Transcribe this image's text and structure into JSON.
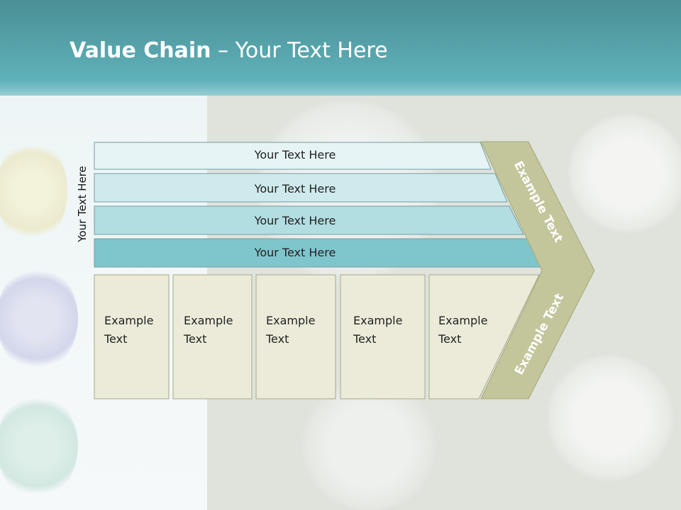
{
  "slide": {
    "title_bold": "Value Chain",
    "title_rest": " – Your Text Here"
  },
  "side_label": "Your Text Here",
  "bars": [
    {
      "label": "Your Text Here"
    },
    {
      "label": "Your Text Here"
    },
    {
      "label": "Your Text Here"
    },
    {
      "label": "Your Text Here"
    }
  ],
  "boxes": [
    {
      "line1": "Example",
      "line2": "Text"
    },
    {
      "line1": "Example",
      "line2": "Text"
    },
    {
      "line1": "Example",
      "line2": "Text"
    },
    {
      "line1": "Example",
      "line2": "Text"
    },
    {
      "line1": "Example",
      "line2": "Text"
    }
  ],
  "arrow": {
    "upper_label": "Example Text",
    "lower_label": "Example Text"
  },
  "colors": {
    "bar1": "#e6f4f5",
    "bar2": "#cfeaec",
    "bar3": "#b2dde1",
    "bar4": "#7fc6cc",
    "box": "#ecebd9",
    "arrow": "#c3c59a"
  }
}
